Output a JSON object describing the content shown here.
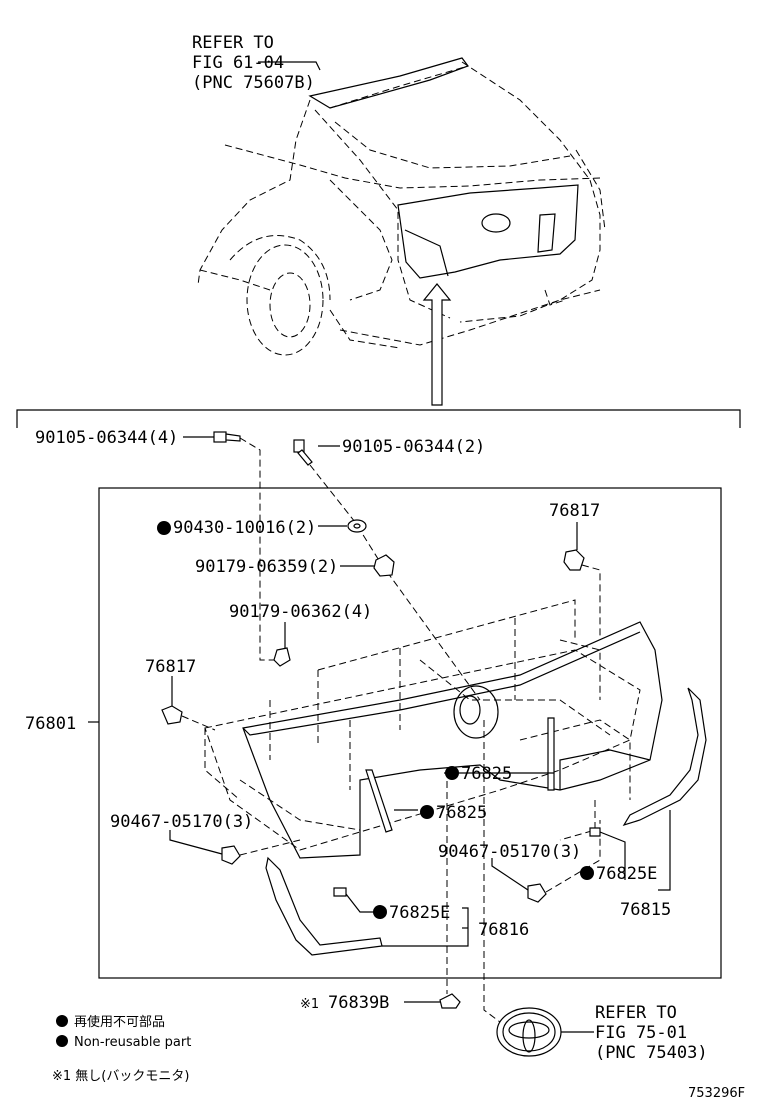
{
  "refer_top": [
    "REFER TO",
    "FIG 61-04",
    "(PNC 75607B)"
  ],
  "refer_bottom": [
    "REFER TO",
    "FIG 75-01",
    "(PNC 75403)"
  ],
  "labels": {
    "bolt_left": "90105-06344(4)",
    "bolt_right": "90105-06344(2)",
    "washer": "90430-10016(2)",
    "nut_9017906359": "90179-06359(2)",
    "nut_9017906362": "90179-06362(4)",
    "clip_right": "76817",
    "clip_left": "76817",
    "garnish": "76801",
    "seal_center": "76825",
    "seal_left": "76825",
    "screw_left": "90467-05170(3)",
    "screw_right": "90467-05170(3)",
    "seal_e_right": "76825E",
    "molding_right": "76815",
    "seal_e_left": "76825E",
    "molding_left": "76816",
    "camera_cover_prefix": "※1",
    "camera_cover": "76839B"
  },
  "legend": {
    "jp": "再使用不可部品",
    "en": "Non-reusable part",
    "note": "※1 無し(バックモニタ)"
  },
  "figure_id": "753296F"
}
